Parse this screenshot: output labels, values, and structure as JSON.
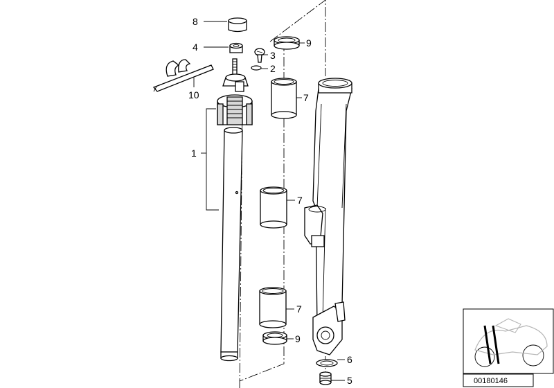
{
  "diagram": {
    "part_numbers": {
      "p1": "1",
      "p2": "2",
      "p3": "3",
      "p4": "4",
      "p5": "5",
      "p6": "6",
      "p7a": "7",
      "p7b": "7",
      "p7c": "7",
      "p8": "8",
      "p9a": "9",
      "p9b": "9",
      "p10": "10"
    },
    "reference_code": "00180146"
  }
}
